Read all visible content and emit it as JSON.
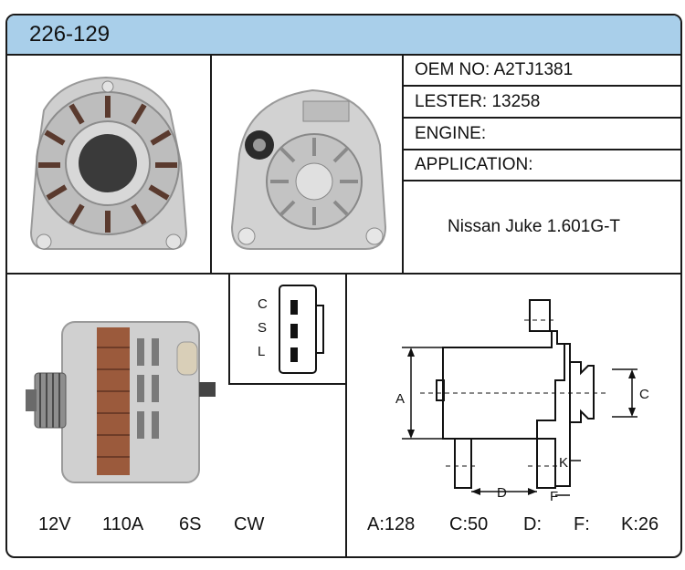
{
  "header": {
    "part_number": "226-129"
  },
  "info": {
    "oem": "OEM NO: A2TJ1381",
    "lester": "LESTER: 13258",
    "engine": "ENGINE:",
    "application_label": "APPLICATION:",
    "application_value": "Nissan Juke 1.601G-T"
  },
  "connector": {
    "pins": [
      "C",
      "S",
      "L"
    ]
  },
  "specs": {
    "voltage": "12V",
    "amperage": "110A",
    "pulley": "6S",
    "rotation": "CW"
  },
  "dimensions": {
    "a": "A:128",
    "c": "C:50",
    "d": "D:",
    "f": "F:",
    "k": "K:26",
    "drawing_labels": {
      "a": "A",
      "c": "C",
      "d": "D",
      "f": "F",
      "k": "K"
    }
  },
  "colors": {
    "header_bg": "#a9cfea",
    "border": "#1a1a1a",
    "metal": "#c9c9c9",
    "copper": "#9b5a3c"
  }
}
